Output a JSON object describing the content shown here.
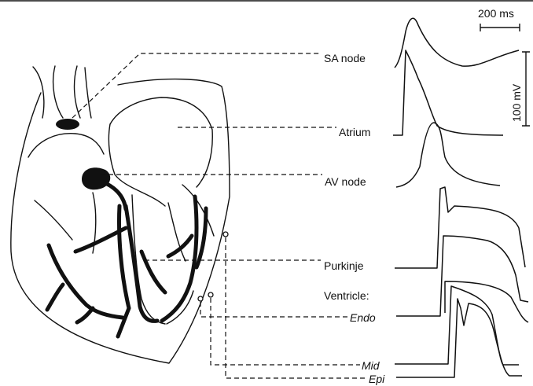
{
  "labels": {
    "sa_node": "SA node",
    "atrium": "Atrium",
    "av_node": "AV node",
    "purkinje": "Purkinje",
    "ventricle": "Ventricle:",
    "endo": "Endo",
    "mid": "Mid",
    "epi": "Epi"
  },
  "scale": {
    "time": "200 ms",
    "voltage": "100 mV"
  }
}
